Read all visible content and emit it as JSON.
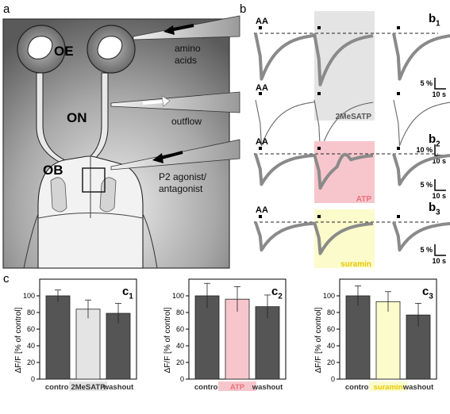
{
  "panel_a": {
    "letter": "a",
    "labels": {
      "oe": "OE",
      "on": "ON",
      "ob": "OB"
    },
    "annotations": {
      "amino_line1": "amino",
      "amino_line2": "acids",
      "outflow": "outflow",
      "p2_line1": "P2 agonist/",
      "p2_line2": "antagonist"
    }
  },
  "panel_b": {
    "letter": "b",
    "aa_label": "AA",
    "rows": [
      {
        "sub": "b1",
        "agent": "2MeSATP",
        "agent_color": "#555555",
        "highlight": "#e4e4e4",
        "scale_y": "5 %",
        "scale_x": "10 s"
      },
      {
        "sub": "b1",
        "agent": "",
        "agent_color": "#555555",
        "highlight": "#e4e4e4",
        "scale_y": "10 %",
        "scale_x": "10 s"
      },
      {
        "sub": "b2",
        "agent": "ATP",
        "agent_color": "#e8707a",
        "highlight": "#f7c6cc",
        "scale_y": "5 %",
        "scale_x": "10 s"
      },
      {
        "sub": "b3",
        "agent": "suramin",
        "agent_color": "#e8c800",
        "highlight": "#fbfbcb",
        "scale_y": "5 %",
        "scale_x": "10 s"
      }
    ]
  },
  "panel_c": {
    "letter": "c",
    "ylabel": "ΔF/F [% of control]",
    "chart_data": [
      {
        "type": "bar",
        "sub": "c1",
        "categories": [
          "control",
          "2MeSATP",
          "washout"
        ],
        "values": [
          100,
          84,
          79
        ],
        "errors": [
          7,
          11,
          12
        ],
        "colors": [
          "#555555",
          "#e4e4e4",
          "#555555"
        ],
        "label_colors": [
          "#333333",
          "#333333",
          "#333333"
        ],
        "label_bg": [
          "",
          "#e4e4e4",
          ""
        ],
        "ylim": [
          0,
          120
        ],
        "yticks": [
          0,
          20,
          40,
          60,
          80,
          100
        ]
      },
      {
        "type": "bar",
        "sub": "c2",
        "categories": [
          "control",
          "ATP",
          "washout"
        ],
        "values": [
          100,
          96,
          87
        ],
        "errors": [
          15,
          15,
          14
        ],
        "colors": [
          "#555555",
          "#f7c6cc",
          "#555555"
        ],
        "label_colors": [
          "#333333",
          "#e8707a",
          "#333333"
        ],
        "label_bg": [
          "",
          "#f7c6cc",
          ""
        ],
        "ylim": [
          0,
          120
        ],
        "yticks": [
          0,
          20,
          40,
          60,
          80,
          100
        ]
      },
      {
        "type": "bar",
        "sub": "c3",
        "categories": [
          "control",
          "suramin",
          "washout"
        ],
        "values": [
          100,
          93,
          77
        ],
        "errors": [
          12,
          12,
          14
        ],
        "colors": [
          "#555555",
          "#fbfbcb",
          "#555555"
        ],
        "label_colors": [
          "#333333",
          "#e8c800",
          "#333333"
        ],
        "label_bg": [
          "",
          "#fbfbcb",
          ""
        ],
        "ylim": [
          0,
          120
        ],
        "yticks": [
          0,
          20,
          40,
          60,
          80,
          100
        ]
      }
    ]
  }
}
